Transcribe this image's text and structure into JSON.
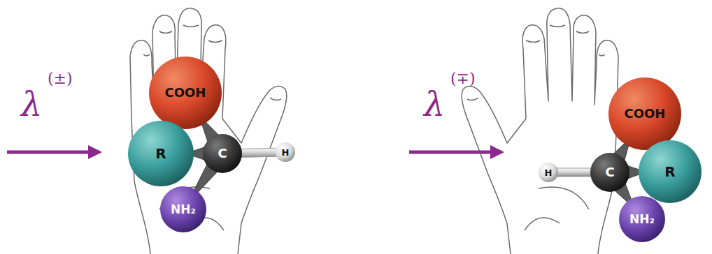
{
  "diagram": {
    "nodes": [
      {
        "text": [
          "COOH"
        ]
      },
      {
        "text": [
          "R"
        ]
      },
      {
        "text": [
          "C"
        ]
      },
      {
        "text": [
          "H"
        ]
      },
      {
        "text": [
          "NH₂"
        ]
      },
      {
        "text": [
          "COOH"
        ]
      },
      {
        "text": [
          "H"
        ]
      },
      {
        "text": [
          "C"
        ]
      },
      {
        "text": [
          "R"
        ]
      },
      {
        "text": [
          "NH₂"
        ]
      }
    ],
    "edges": [
      {
        "from": 2,
        "to": 0,
        "arrow": "none"
      },
      {
        "from": 2,
        "to": 1,
        "arrow": "none"
      },
      {
        "from": 2,
        "to": 3,
        "arrow": "none"
      },
      {
        "from": 2,
        "to": 4,
        "arrow": "none"
      },
      {
        "from": 7,
        "to": 5,
        "arrow": "none"
      },
      {
        "from": 7,
        "to": 6,
        "arrow": "none"
      },
      {
        "from": 7,
        "to": 8,
        "arrow": "none"
      },
      {
        "from": 7,
        "to": 9,
        "arrow": "none"
      }
    ],
    "labels": [
      "λ",
      "(±)",
      "λ",
      "(∓)"
    ]
  }
}
